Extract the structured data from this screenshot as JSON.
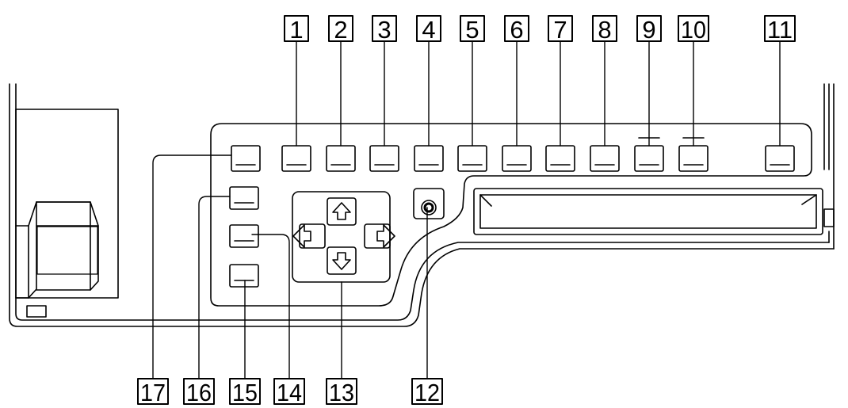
{
  "callouts": {
    "top": [
      "1",
      "2",
      "3",
      "4",
      "5",
      "6",
      "7",
      "8",
      "9",
      "10",
      "11"
    ],
    "bottom": [
      "17",
      "16",
      "15",
      "14",
      "13",
      "12"
    ]
  }
}
